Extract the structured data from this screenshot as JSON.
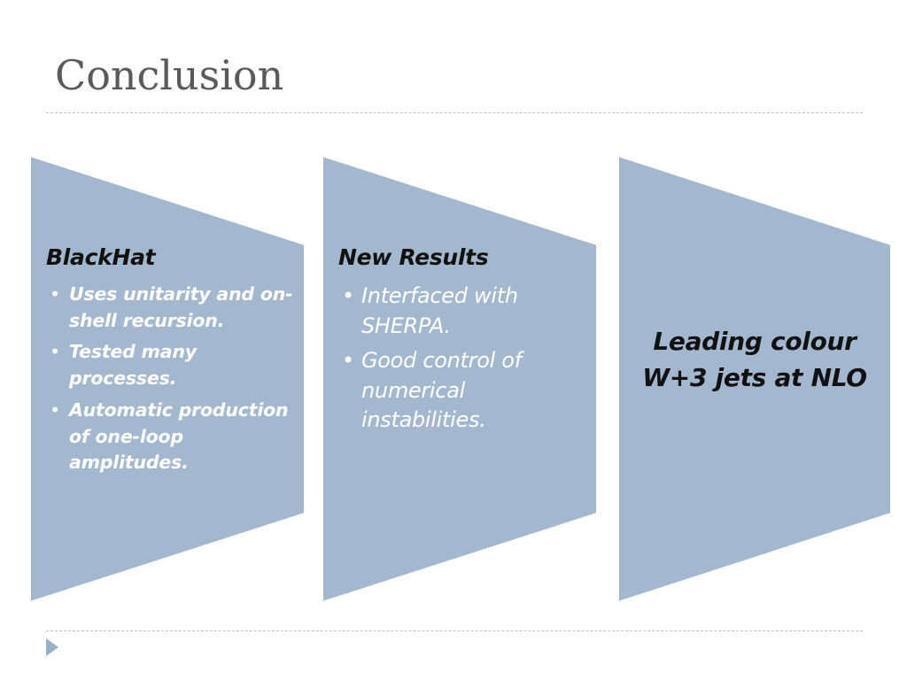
{
  "slide": {
    "title": "Conclusion"
  },
  "panels": [
    {
      "heading": "BlackHat",
      "bullets": [
        "Uses unitarity and on-shell recursion.",
        "Tested many processes.",
        "Automatic production of one-loop amplitudes."
      ]
    },
    {
      "heading": "New Results",
      "bullets": [
        "Interfaced with SHERPA.",
        "Good control of numerical instabilities."
      ]
    },
    {
      "text": "Leading colour W+3 jets at NLO"
    }
  ],
  "colors": {
    "panel_fill": "#a3b8cf",
    "title_text": "#5a5a5a",
    "bullet_text": "#ffffff",
    "heading_text": "#111111"
  },
  "icons": {
    "nav": "triangle-right-icon"
  }
}
